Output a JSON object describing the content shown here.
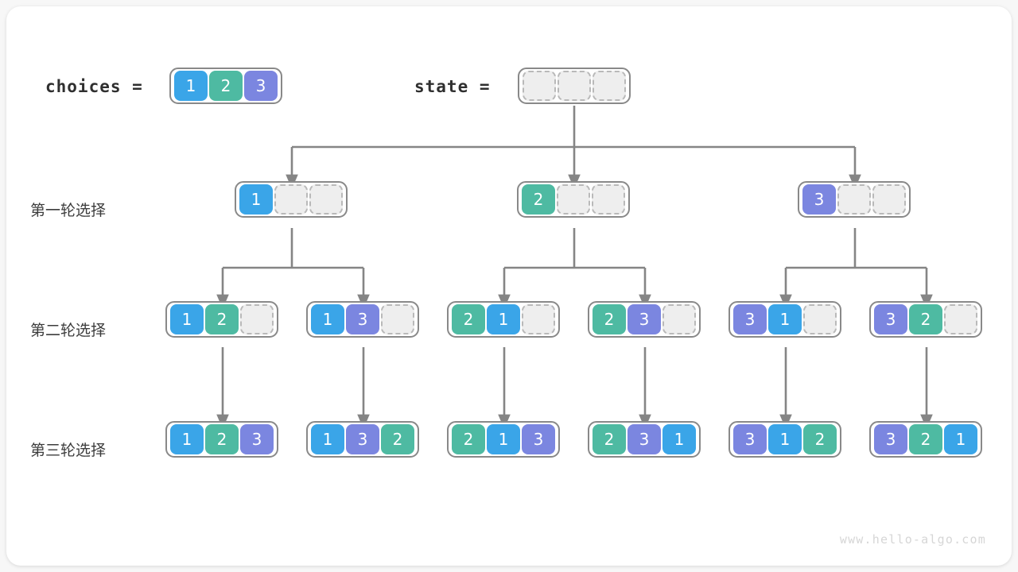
{
  "meta": {
    "watermark": "www.hello-algo.com",
    "colors": {
      "value_1": "#3aa5e8",
      "value_2": "#4ebaa2",
      "value_3": "#7b86e0",
      "empty_cell": "#eeeeee",
      "border": "#898989",
      "arrow": "#858585",
      "canvas": "#ffffff"
    }
  },
  "header": {
    "choices_label": "choices =",
    "state_label": "state =",
    "choices_values": [
      "1",
      "2",
      "3"
    ],
    "state_values": [
      "",
      "",
      ""
    ]
  },
  "rows": [
    {
      "label": "第一轮选择",
      "groups": [
        {
          "cells": [
            "1",
            "",
            ""
          ]
        },
        {
          "cells": [
            "2",
            "",
            ""
          ]
        },
        {
          "cells": [
            "3",
            "",
            ""
          ]
        }
      ]
    },
    {
      "label": "第二轮选择",
      "groups": [
        {
          "cells": [
            "1",
            "2",
            ""
          ]
        },
        {
          "cells": [
            "1",
            "3",
            ""
          ]
        },
        {
          "cells": [
            "2",
            "1",
            ""
          ]
        },
        {
          "cells": [
            "2",
            "3",
            ""
          ]
        },
        {
          "cells": [
            "3",
            "1",
            ""
          ]
        },
        {
          "cells": [
            "3",
            "2",
            ""
          ]
        }
      ]
    },
    {
      "label": "第三轮选择",
      "groups": [
        {
          "cells": [
            "1",
            "2",
            "3"
          ]
        },
        {
          "cells": [
            "1",
            "3",
            "2"
          ]
        },
        {
          "cells": [
            "2",
            "1",
            "3"
          ]
        },
        {
          "cells": [
            "2",
            "3",
            "1"
          ]
        },
        {
          "cells": [
            "3",
            "1",
            "2"
          ]
        },
        {
          "cells": [
            "3",
            "2",
            "1"
          ]
        }
      ]
    }
  ]
}
